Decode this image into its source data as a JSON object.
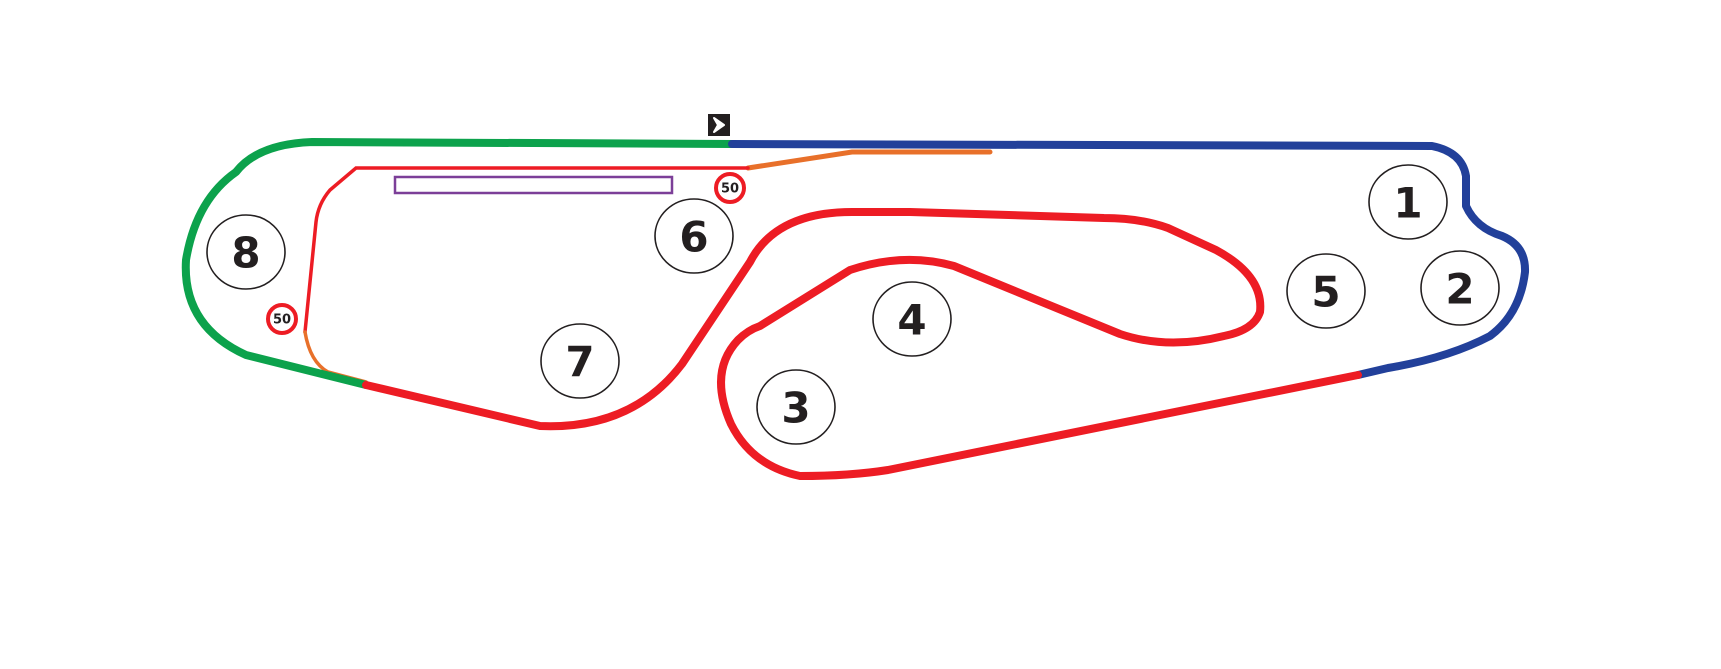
{
  "colors": {
    "sector_green": "#0ca24c",
    "sector_blue": "#22409a",
    "sector_red": "#ed1c24",
    "pit_lane": "#e8702a",
    "pit_lane_inner": "#ed1c24",
    "pit_box": "#7c3f98",
    "ink": "#231f20"
  },
  "icons": {
    "start_finish": "chevron-right-icon",
    "speed_limit": "speed-limit-sign-icon"
  },
  "turns": [
    {
      "label": "1"
    },
    {
      "label": "2"
    },
    {
      "label": "3"
    },
    {
      "label": "4"
    },
    {
      "label": "5"
    },
    {
      "label": "6"
    },
    {
      "label": "7"
    },
    {
      "label": "8"
    }
  ],
  "speed_limits": [
    {
      "label": "50"
    },
    {
      "label": "50"
    }
  ]
}
